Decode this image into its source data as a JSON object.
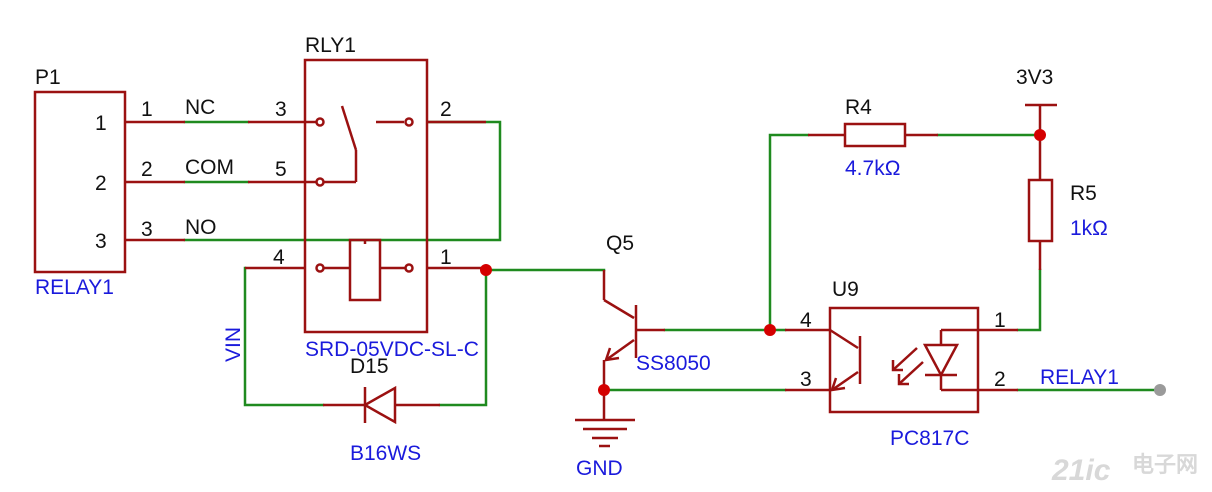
{
  "colors": {
    "part": "#9b1111",
    "wire": "#1f8a1f",
    "junction": "#d40000",
    "designator": "#111111",
    "value_text": "#1a1adc",
    "port": "#9a9a9a",
    "watermark": "#d8d8d8",
    "background": "#ffffff"
  },
  "components": {
    "p1": {
      "designator": "P1",
      "value": "RELAY1",
      "pins": [
        "1",
        "2",
        "3"
      ],
      "outer_pins": [
        "1",
        "2",
        "3"
      ]
    },
    "rly1": {
      "designator": "RLY1",
      "value": "SRD-05VDC-SL-C",
      "pins": [
        "3",
        "5",
        "4",
        "2",
        "1"
      ]
    },
    "q5": {
      "designator": "Q5",
      "value": "SS8050"
    },
    "d15": {
      "designator": "D15",
      "value": "B16WS"
    },
    "r4": {
      "designator": "R4",
      "value": "4.7kΩ"
    },
    "r5": {
      "designator": "R5",
      "value": "1kΩ"
    },
    "u9": {
      "designator": "U9",
      "value": "PC817C",
      "pins": [
        "4",
        "3",
        "1",
        "2"
      ]
    }
  },
  "nets": {
    "nc": "NC",
    "com": "COM",
    "no": "NO",
    "vin": "VIN",
    "gnd": "GND",
    "v33": "3V3",
    "relay1": "RELAY1"
  },
  "watermark": {
    "brand": "21ic",
    "cn": "电子网"
  }
}
